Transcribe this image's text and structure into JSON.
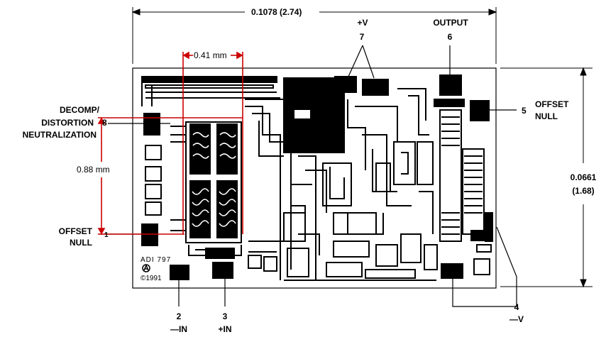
{
  "dimensions": {
    "width_label": "0.1078 (2.74)",
    "height_label_line1": "0.0661",
    "height_label_line2": "(1.68)",
    "die_width_mm_label": "0.41 mm",
    "die_height_mm_label": "0.88 mm"
  },
  "pins": {
    "pin7": {
      "number": "7",
      "name": "+V"
    },
    "pin6": {
      "number": "6",
      "name": "OUTPUT"
    },
    "pin5": {
      "number": "5",
      "name_line1": "OFFSET",
      "name_line2": "NULL"
    },
    "pin8": {
      "number": "8",
      "name_line1": "DECOMP/",
      "name_line2": "DISTORTION",
      "name_line3": "NEUTRALIZATION"
    },
    "pin1": {
      "number": "1",
      "name_line1": "OFFSET",
      "name_line2": "NULL"
    },
    "pin2": {
      "number": "2",
      "name": "—IN"
    },
    "pin3": {
      "number": "3",
      "name": "+IN"
    },
    "pin4": {
      "number": "4",
      "name": "—V"
    }
  },
  "die_markings": {
    "line1": "ADI 797",
    "line3": "©1991"
  },
  "colors": {
    "ink": "#000000",
    "annotation": "#cc0000",
    "background": "#ffffff"
  }
}
